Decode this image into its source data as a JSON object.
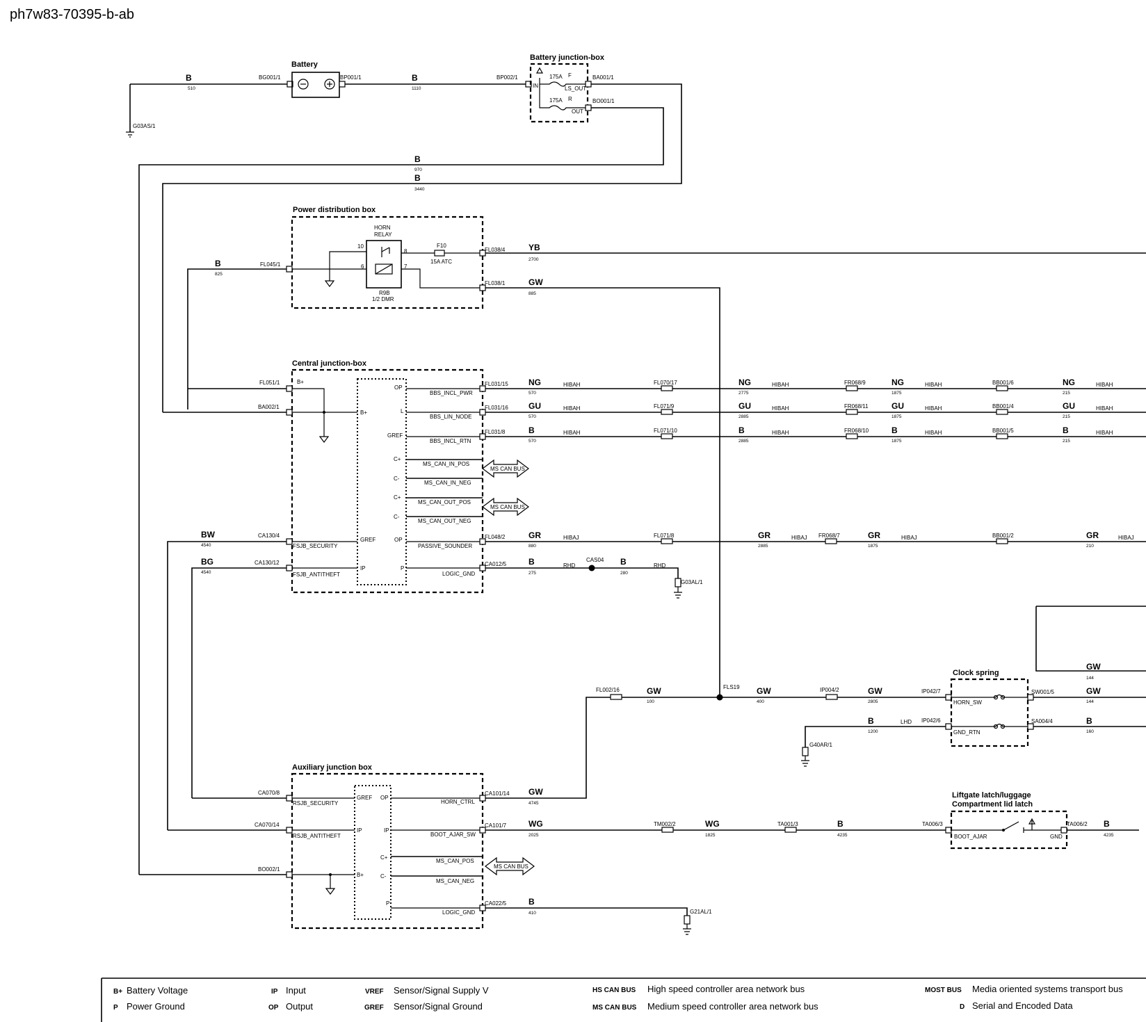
{
  "doc_id": "ph7w83-70395-b-ab",
  "components": {
    "battery": "Battery",
    "battery_jb": "Battery junction-box",
    "pdb": "Power distribution box",
    "horn_relay": [
      "HORN",
      "RELAY"
    ],
    "relay_code": "R9B",
    "relay_type": "1/2 DMR",
    "fuse_f10": "F10",
    "fuse_f10_rating": "15A ATC",
    "fuse_175": "175A",
    "cjb": "Central junction-box",
    "ajb": "Auxiliary junction box",
    "clock_spring": "Clock spring",
    "liftgate": [
      "Liftgate latch/luggage",
      "Compartment lid latch"
    ]
  },
  "connectors": {
    "bg001": "BG001/1",
    "bp001": "BP001/1",
    "bp002": "BP002/1",
    "ba001": "BA001/1",
    "bo001": "BO001/1",
    "g03as": "G03AS/1",
    "fl045": "FL045/1",
    "fl038_4": "FL038/4",
    "fl038_1": "FL038/1",
    "fl051": "FL051/1",
    "ba002": "BA002/1",
    "fl031_15": "FL031/15",
    "fl031_16": "FL031/16",
    "fl031_8": "FL031/8",
    "fl070_17": "FL070/17",
    "fl071_9": "FL071/9",
    "fl071_10": "FL071/10",
    "fr068_9": "FR068/9",
    "fr068_11": "FR068/11",
    "fr068_10": "FR068/10",
    "bb001_6": "BB001/6",
    "bb001_4": "BB001/4",
    "bb001_5": "BB001/5",
    "ca130_4": "CA130/4",
    "ca130_12": "CA130/12",
    "fl048_2": "FL048/2",
    "fl071_8": "FL071/8",
    "fr068_7": "FR068/7",
    "bb001_2": "BB001/2",
    "ca012_5": "CA012/5",
    "cas04": "CAS04",
    "g03al": "G03AL/1",
    "fl002_16": "FL002/16",
    "fls19": "FLS19",
    "ip004_2": "IP004/2",
    "ip042_7": "IP042/7",
    "ip042_6": "IP042/6",
    "sw001_5": "SW001/5",
    "sa004_4": "SA004/4",
    "g40ar": "G40AR/1",
    "ca070_8": "CA070/8",
    "ca070_14": "CA070/14",
    "bo002": "BO002/1",
    "ca101_14": "CA101/14",
    "ca101_7": "CA101/7",
    "ca022_5": "CA022/5",
    "g21al": "G21AL/1",
    "tm002_2": "TM002/2",
    "ta001_3": "TA001/3",
    "ta006_3": "TA006/3",
    "ta006_2": "TA006/2"
  },
  "pins": {
    "in": "IN",
    "ls_out": "LS_OUT",
    "out": "OUT",
    "f": "F",
    "r": "R",
    "bplus": "B+",
    "op": "OP",
    "l": "L",
    "gref": "GREF",
    "cplus": "C+",
    "cminus": "C-",
    "ip": "IP",
    "p": "P",
    "r10": "10",
    "r8": "8",
    "r6": "6",
    "r7": "7",
    "bbs_pwr": "BBS_INCL_PWR",
    "bbs_lin": "BBS_LIN_NODE",
    "bbs_rtn": "BBS_INCL_RTN",
    "ms_in_pos": "MS_CAN_IN_POS",
    "ms_in_neg": "MS_CAN_IN_NEG",
    "ms_out_pos": "MS_CAN_OUT_POS",
    "ms_out_neg": "MS_CAN_OUT_NEG",
    "passive": "PASSIVE_SOUNDER",
    "logic_gnd": "LOGIC_GND",
    "fsjb_sec": "FSJB_SECURITY",
    "fsjb_anti": "FSJB_ANTITHEFT",
    "rsjb_sec": "RSJB_SECURITY",
    "rsjb_anti": "RSJB_ANTITHEFT",
    "horn_ctrl": "HORN_CTRL",
    "boot_sw": "BOOT_AJAR_SW",
    "ms_pos": "MS_CAN_POS",
    "ms_neg": "MS_CAN_NEG",
    "horn_sw": "HORN_SW",
    "gnd_rtn": "GND_RTN",
    "boot_ajar": "BOOT_AJAR",
    "gnd": "GND",
    "ms_can_bus": "MS CAN BUS"
  },
  "wires": {
    "b510": {
      "c": "B",
      "n": "510"
    },
    "b1110": {
      "c": "B",
      "n": "1110"
    },
    "b970": {
      "c": "B",
      "n": "970"
    },
    "b3440": {
      "c": "B",
      "n": "3440"
    },
    "b825": {
      "c": "B",
      "n": "825"
    },
    "yb2700": {
      "c": "YB",
      "n": "2700"
    },
    "gw885": {
      "c": "GW",
      "n": "885"
    },
    "ng570": {
      "c": "NG",
      "n": "570"
    },
    "gu570": {
      "c": "GU",
      "n": "570"
    },
    "b570": {
      "c": "B",
      "n": "570"
    },
    "ng2775": {
      "c": "NG",
      "n": "2775"
    },
    "gu2885": {
      "c": "GU",
      "n": "2885"
    },
    "b2885": {
      "c": "B",
      "n": "2885"
    },
    "ng1875": {
      "c": "NG",
      "n": "1875"
    },
    "gu1875": {
      "c": "GU",
      "n": "1875"
    },
    "b1875": {
      "c": "B",
      "n": "1875"
    },
    "ng215": {
      "c": "NG",
      "n": "215"
    },
    "gu215": {
      "c": "GU",
      "n": "215"
    },
    "b215": {
      "c": "B",
      "n": "215"
    },
    "bw4540": {
      "c": "BW",
      "n": "4540"
    },
    "bg4540": {
      "c": "BG",
      "n": "4540"
    },
    "gr880": {
      "c": "GR",
      "n": "880"
    },
    "gr2885": {
      "c": "GR",
      "n": "2885"
    },
    "gr1875": {
      "c": "GR",
      "n": "1875"
    },
    "gr210": {
      "c": "GR",
      "n": "210"
    },
    "b275": {
      "c": "B",
      "n": "275"
    },
    "b280": {
      "c": "B",
      "n": "280"
    },
    "gw100": {
      "c": "GW",
      "n": "100"
    },
    "gw400": {
      "c": "GW",
      "n": "400"
    },
    "gw2805": {
      "c": "GW",
      "n": "2805"
    },
    "gw144a": {
      "c": "GW",
      "n": "144"
    },
    "gw144b": {
      "c": "GW",
      "n": "144"
    },
    "b1200": {
      "c": "B",
      "n": "1200"
    },
    "b160": {
      "c": "B",
      "n": "160"
    },
    "gw4745": {
      "c": "GW",
      "n": "4745"
    },
    "wg2025": {
      "c": "WG",
      "n": "2025"
    },
    "wg1825": {
      "c": "WG",
      "n": "1825"
    },
    "b4235a": {
      "c": "B",
      "n": "4235"
    },
    "b4235b": {
      "c": "B",
      "n": "4235"
    },
    "b410": {
      "c": "B",
      "n": "410"
    }
  },
  "harness": {
    "hibah": "HIBAH",
    "hibaj": "HIBAJ",
    "rhd": "RHD",
    "lhd": "LHD"
  },
  "legend": [
    {
      "k": "B+",
      "v": "Battery Voltage"
    },
    {
      "k": "P",
      "v": "Power Ground"
    },
    {
      "k": "IP",
      "v": "Input"
    },
    {
      "k": "OP",
      "v": "Output"
    },
    {
      "k": "VREF",
      "v": "Sensor/Signal Supply V"
    },
    {
      "k": "GREF",
      "v": "Sensor/Signal Ground"
    },
    {
      "k": "HS CAN BUS",
      "v": "High speed controller area network bus"
    },
    {
      "k": "MS CAN BUS",
      "v": "Medium speed controller area network bus"
    },
    {
      "k": "MOST BUS",
      "v": "Media oriented systems transport bus"
    },
    {
      "k": "D",
      "v": "Serial and Encoded Data"
    }
  ]
}
